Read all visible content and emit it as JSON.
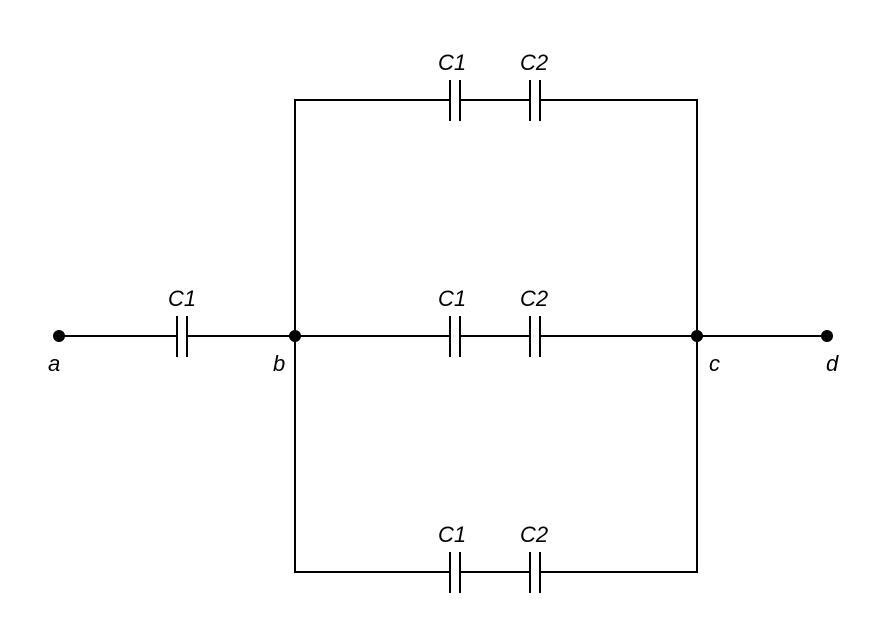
{
  "diagram": {
    "nodes": [
      {
        "id": "a",
        "label": "a"
      },
      {
        "id": "b",
        "label": "b"
      },
      {
        "id": "c",
        "label": "c"
      },
      {
        "id": "d",
        "label": "d"
      }
    ],
    "capacitors": [
      {
        "id": "series-c1",
        "label": "C1",
        "between": [
          "a",
          "b"
        ]
      },
      {
        "id": "top-c1",
        "label": "C1",
        "branch": "top"
      },
      {
        "id": "top-c2",
        "label": "C2",
        "branch": "top"
      },
      {
        "id": "middle-c1",
        "label": "C1",
        "branch": "middle"
      },
      {
        "id": "middle-c2",
        "label": "C2",
        "branch": "middle"
      },
      {
        "id": "bottom-c1",
        "label": "C1",
        "branch": "bottom"
      },
      {
        "id": "bottom-c2",
        "label": "C2",
        "branch": "bottom"
      }
    ],
    "branches": [
      {
        "id": "top",
        "between": [
          "b",
          "c"
        ],
        "elements": [
          "top-c1",
          "top-c2"
        ]
      },
      {
        "id": "middle",
        "between": [
          "b",
          "c"
        ],
        "elements": [
          "middle-c1",
          "middle-c2"
        ]
      },
      {
        "id": "bottom",
        "between": [
          "b",
          "c"
        ],
        "elements": [
          "bottom-c1",
          "bottom-c2"
        ]
      }
    ],
    "wire_color": "#000000"
  }
}
